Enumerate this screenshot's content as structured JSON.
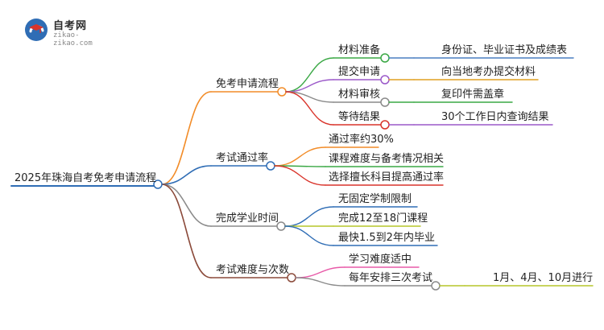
{
  "logo": {
    "title": "自考网",
    "subtitle": "zikao-zikao.com"
  },
  "root": {
    "label": "2025年珠海自考免考申请流程"
  },
  "branches": [
    {
      "label": "免考申请流程",
      "color": "#f28c28",
      "children": [
        {
          "label": "材料准备",
          "color": "#3aa845",
          "detail": {
            "label": "身份证、毕业证书及成绩表",
            "color": "#4a7fc1"
          }
        },
        {
          "label": "提交申请",
          "color": "#9b59c9",
          "detail": {
            "label": "向当地考办提交材料",
            "color": "#e0a020"
          }
        },
        {
          "label": "材料审核",
          "color": "#8a8a8a",
          "detail": {
            "label": "复印件需盖章",
            "color": "#3aa845"
          }
        },
        {
          "label": "等待结果",
          "color": "#d9342b",
          "detail": {
            "label": "30个工作日内查询结果",
            "color": "#9b59c9"
          }
        }
      ]
    },
    {
      "label": "考试通过率",
      "color": "#2f6db5",
      "children": [
        {
          "label": "通过率约30%",
          "color": "#f28c28"
        },
        {
          "label": "课程难度与备考情况相关",
          "color": "#3aa845"
        },
        {
          "label": "选择擅长科目提高通过率",
          "color": "#d9342b"
        }
      ]
    },
    {
      "label": "完成学业时间",
      "color": "#8a8a8a",
      "children": [
        {
          "label": "无固定学制限制",
          "color": "#2f6db5"
        },
        {
          "label": "完成12至18门课程",
          "color": "#b5c62a"
        },
        {
          "label": "最快1.5到2年内毕业",
          "color": "#2f6db5"
        }
      ]
    },
    {
      "label": "考试难度与次数",
      "color": "#8b4a3a",
      "children": [
        {
          "label": "学习难度适中",
          "color": "#e85aa8"
        },
        {
          "label": "每年安排三次考试",
          "color": "#8a8a8a",
          "detail": {
            "label": "1月、4月、10月进行",
            "color": "#b5c62a"
          }
        }
      ]
    }
  ]
}
